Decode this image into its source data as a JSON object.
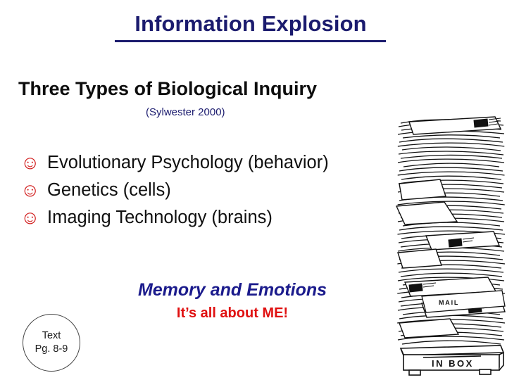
{
  "slide": {
    "title": "Information Explosion",
    "subhead": "Three Types of Biological Inquiry",
    "citation": "(Sylwester 2000)",
    "bullets": [
      {
        "marker": "☺",
        "text": "Evolutionary Psychology (behavior)"
      },
      {
        "marker": "☺",
        "text": "Genetics (cells)"
      },
      {
        "marker": "☺",
        "text": "Imaging Technology (brains)"
      }
    ],
    "closing": {
      "main": "Memory and Emotions",
      "sub": "It’s all about ME!"
    },
    "reference": {
      "line1": "Text",
      "line2": "Pg. 8-9"
    },
    "illustration": {
      "name": "stack-of-papers-in-box",
      "box_label": "IN BOX",
      "envelope_label": "MAIL"
    },
    "colors": {
      "title": "#1b1b6e",
      "subhead": "#0d0d0d",
      "citation": "#1b1b6e",
      "bullet_marker": "#d11a1a",
      "bullet_text": "#101010",
      "closing_main": "#1b1b8c",
      "closing_sub": "#e01010",
      "background": "#ffffff",
      "illustration": "#111111"
    }
  }
}
